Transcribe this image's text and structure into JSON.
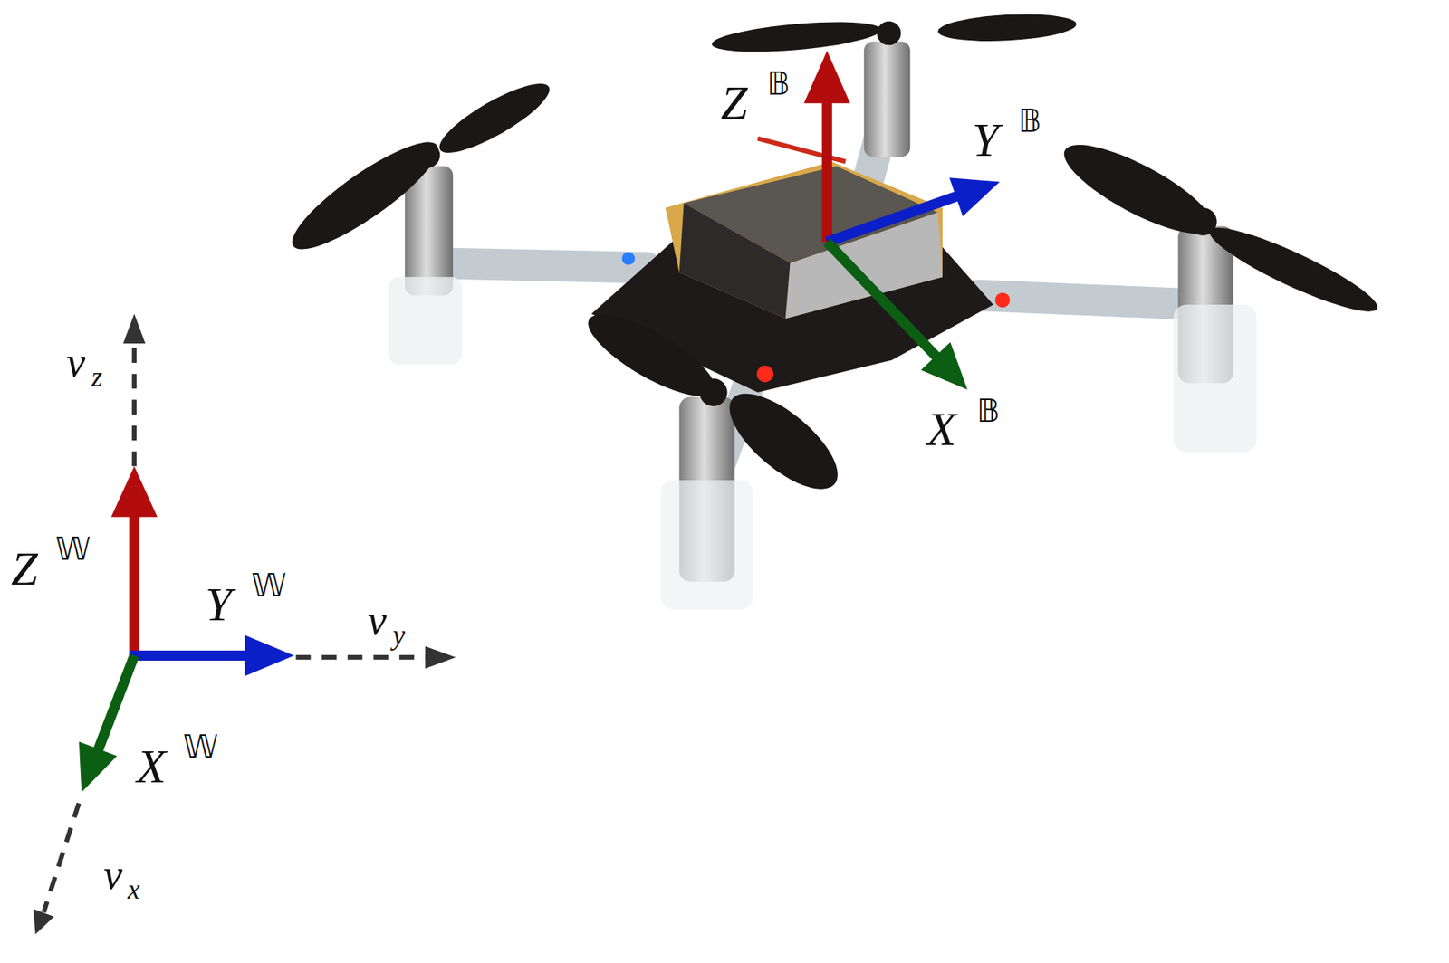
{
  "diagram": {
    "labels": [
      "Z",
      "𝔹",
      "Y",
      "𝔹",
      "X",
      "𝔹",
      "Z",
      "𝕎",
      "Y",
      "𝕎",
      "X",
      "𝕎",
      "v",
      "z",
      "v",
      "y",
      "v",
      "x"
    ]
  }
}
